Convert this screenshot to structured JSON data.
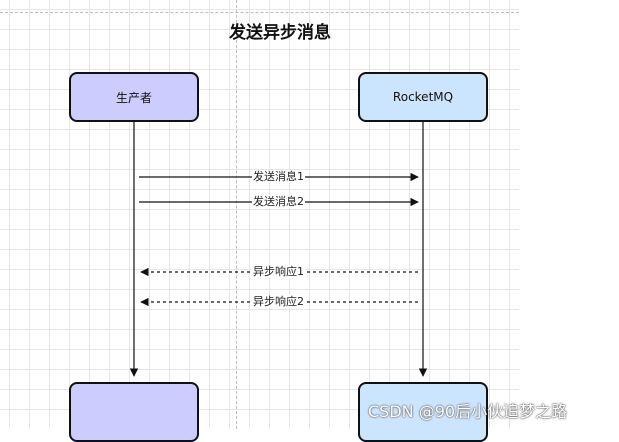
{
  "diagram": {
    "title": "发送异步消息",
    "participants": [
      {
        "id": "producer",
        "label": "生产者",
        "color": "#ccccff"
      },
      {
        "id": "mq",
        "label": "RocketMQ",
        "color": "#cce5ff"
      }
    ],
    "messages": [
      {
        "label": "发送消息1",
        "from": "producer",
        "to": "mq",
        "style": "solid"
      },
      {
        "label": "发送消息2",
        "from": "producer",
        "to": "mq",
        "style": "solid"
      },
      {
        "label": "异步响应1",
        "from": "mq",
        "to": "producer",
        "style": "dashed"
      },
      {
        "label": "异步响应2",
        "from": "mq",
        "to": "producer",
        "style": "dashed"
      }
    ]
  },
  "watermark": "CSDN @90后小伙追梦之路"
}
